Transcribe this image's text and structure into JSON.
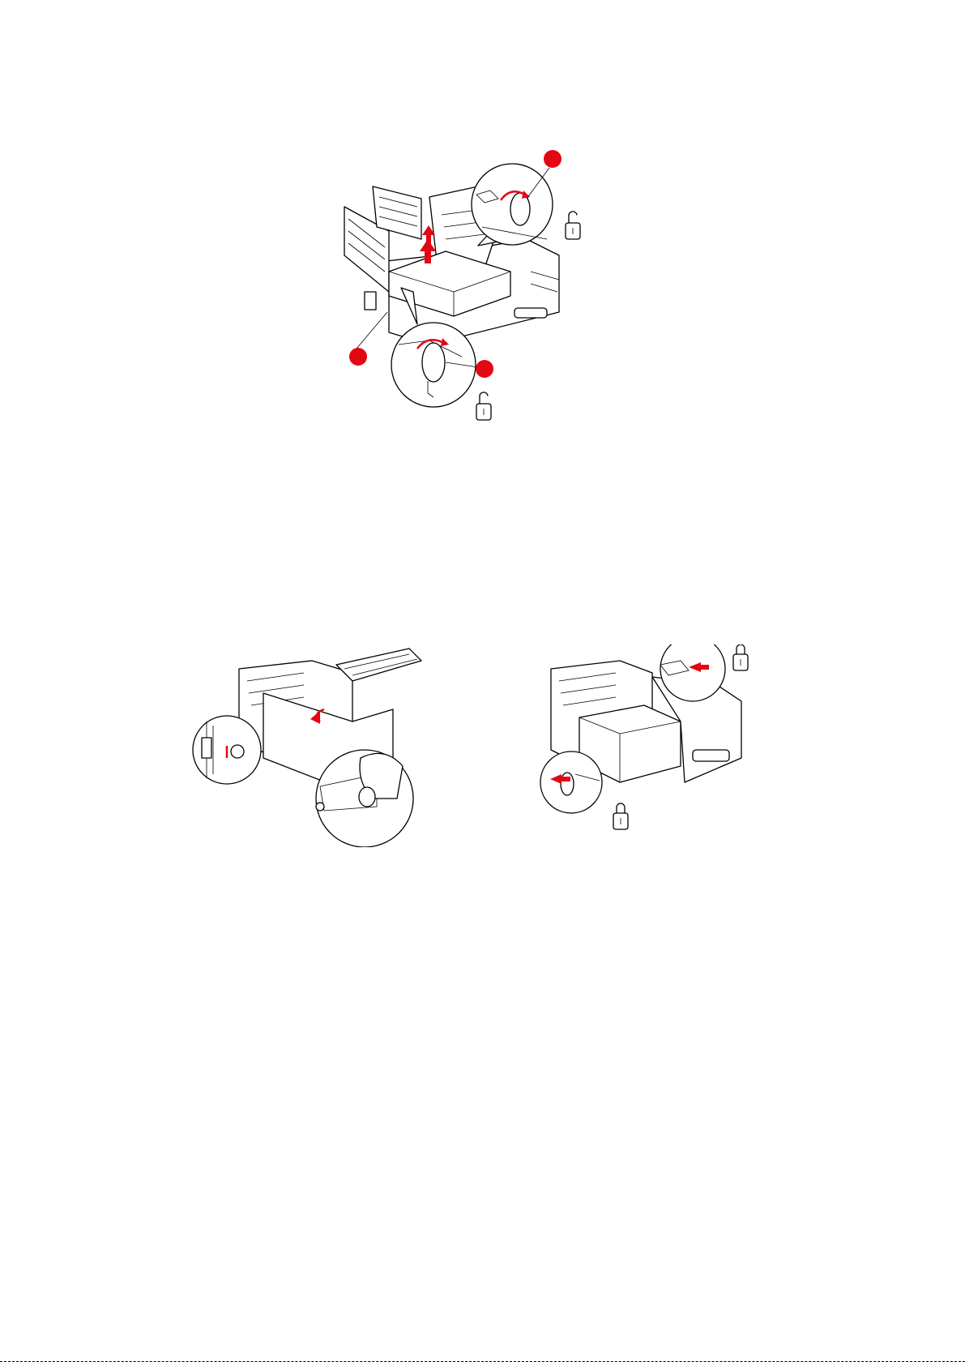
{
  "page": {
    "colors": {
      "accent": "#e30613",
      "ink": "#000000",
      "background": "#ffffff"
    }
  },
  "figures": [
    {
      "name": "remove-belt-figure",
      "callouts": [
        {
          "name": "callout-top-right",
          "color": "#e30613",
          "label": ""
        },
        {
          "name": "callout-left",
          "color": "#e30613",
          "label": ""
        },
        {
          "name": "callout-bottom-right",
          "color": "#e30613",
          "label": ""
        }
      ],
      "icons": [
        "unlock-icon",
        "unlock-icon",
        "up-arrow-icon",
        "rotate-arrow-icon"
      ]
    },
    {
      "name": "insert-belt-figure",
      "icons": [
        "insert-arrow-icon"
      ]
    },
    {
      "name": "lock-belt-figure",
      "icons": [
        "lock-icon",
        "lock-icon",
        "push-arrow-icon"
      ]
    }
  ]
}
